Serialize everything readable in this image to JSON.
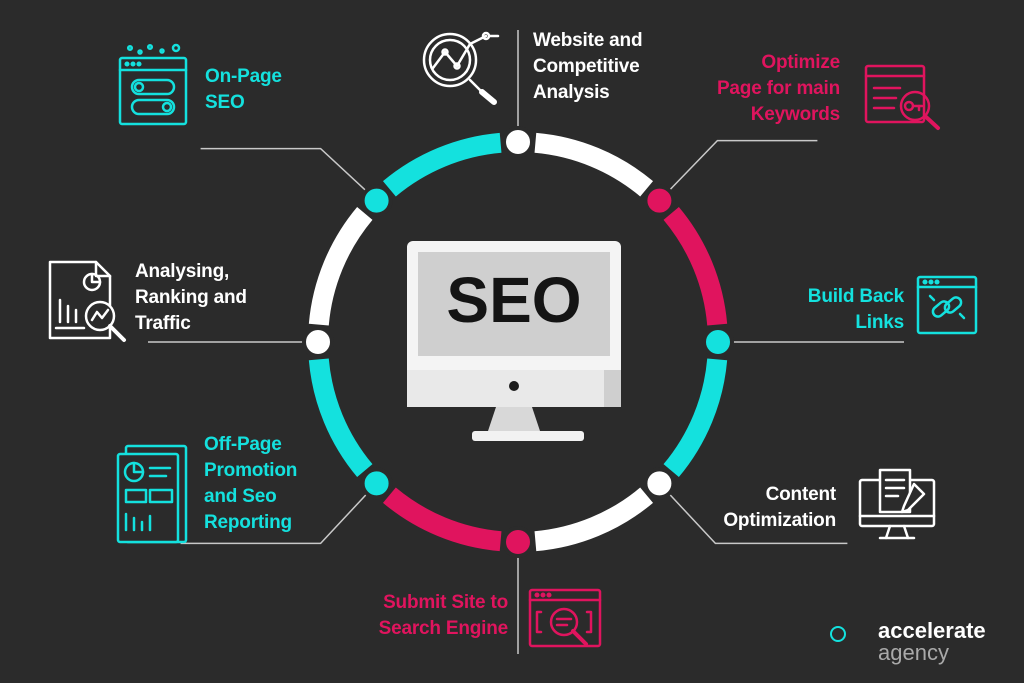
{
  "colors": {
    "background": "#2b2b2b",
    "cyan": "#14e1de",
    "magenta": "#e0145e",
    "white": "#ffffff",
    "connector": "#c9c9c9"
  },
  "center": {
    "title": "SEO",
    "icon": "desktop-monitor-icon"
  },
  "steps": [
    {
      "id": "website-analysis",
      "lines": [
        "Website and",
        "Competitive",
        "Analysis"
      ],
      "color": "white",
      "icon": "magnifier-chart-icon"
    },
    {
      "id": "optimize-keywords",
      "lines": [
        "Optimize",
        "Page for main",
        "Keywords"
      ],
      "color": "magenta",
      "icon": "page-key-search-icon"
    },
    {
      "id": "build-back-links",
      "lines": [
        "Build Back",
        "Links"
      ],
      "color": "cyan",
      "icon": "browser-link-icon"
    },
    {
      "id": "content-optimization",
      "lines": [
        "Content",
        "Optimization"
      ],
      "color": "white",
      "icon": "monitor-document-pen-icon"
    },
    {
      "id": "submit-site",
      "lines": [
        "Submit Site to",
        "Search Engine"
      ],
      "color": "magenta",
      "icon": "browser-search-icon"
    },
    {
      "id": "off-page-promotion",
      "lines": [
        "Off-Page",
        "Promotion",
        "and Seo",
        "Reporting"
      ],
      "color": "cyan",
      "icon": "report-documents-icon"
    },
    {
      "id": "analysing-ranking",
      "lines": [
        "Analysing,",
        "Ranking and",
        "Traffic"
      ],
      "color": "white",
      "icon": "document-analytics-icon"
    },
    {
      "id": "on-page-seo",
      "lines": [
        "On-Page",
        "SEO"
      ],
      "color": "cyan",
      "icon": "browser-toggles-icon"
    }
  ],
  "brand": {
    "top": "accelerate",
    "bottom": "agency"
  }
}
